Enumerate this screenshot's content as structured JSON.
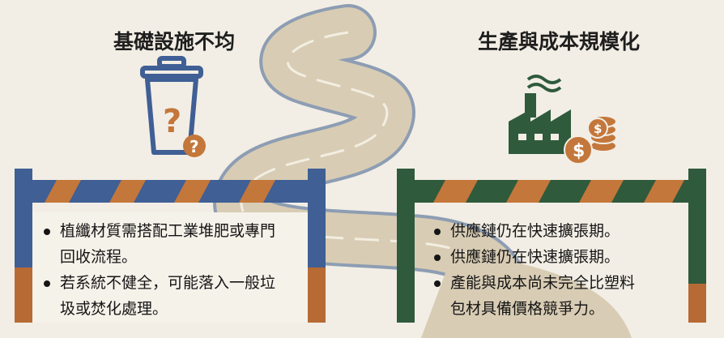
{
  "left": {
    "title": "基礎設施不均",
    "icon": "trash-bin-question-icon",
    "color": "#3f5f95",
    "bullets": [
      {
        "line1": "植纖材質需搭配工業堆肥或專門",
        "line2": "回收流程。"
      },
      {
        "line1": "若系統不健全，可能落入一般垃",
        "line2": "圾或焚化處理。"
      }
    ]
  },
  "right": {
    "title": "生產與成本規模化",
    "icon": "factory-coins-icon",
    "color": "#2f5a3c",
    "bullets": [
      {
        "line1": "供應鏈仍在快速擴張期。"
      },
      {
        "line1": "供應鏈仍在快速擴張期。"
      },
      {
        "line1": "產能與成本尚未完全比塑料",
        "line2": "包材具備價格競爭力。"
      }
    ]
  },
  "accent": "#c4773a"
}
